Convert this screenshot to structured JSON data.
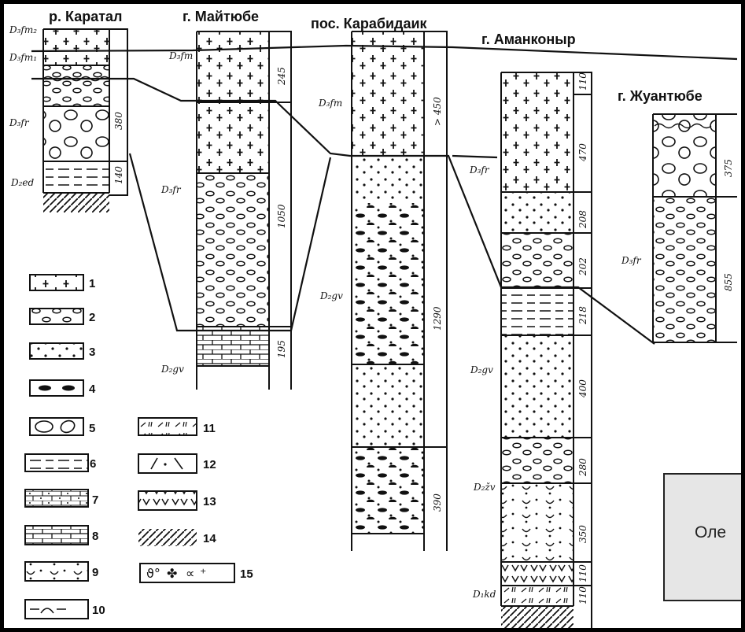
{
  "places": {
    "karatal": "р. Каратал",
    "maytyube": "г. Майтюбе",
    "karabidaik": "пос. Карабидаик",
    "amankonyr": "г. Аманконыр",
    "zhuantyube": "г. Жуантюбе"
  },
  "indices": {
    "fm2": "D₃fm₂",
    "fm1": "D₃fm₁",
    "fm": "D₃fm",
    "fr": "D₃fr",
    "ed": "D₂ed",
    "gv": "D₂gv",
    "zv": "D₂žv",
    "kd": "D₁kd"
  },
  "thickness": {
    "karatal": [
      "380",
      "140"
    ],
    "maytyube": [
      "245",
      "1050",
      "195"
    ],
    "karabidaik": [
      "> 450",
      "1290",
      "390"
    ],
    "amankonyr": [
      "110",
      "470",
      "208",
      "202",
      "218",
      "400",
      "280",
      "350",
      "110",
      "110"
    ],
    "zhuantyube": [
      "375",
      "855"
    ]
  },
  "legend": {
    "items": [
      {
        "num": "1",
        "pattern": "pluses"
      },
      {
        "num": "2",
        "pattern": "ovals"
      },
      {
        "num": "3",
        "pattern": "dots"
      },
      {
        "num": "4",
        "pattern": "black-lenses"
      },
      {
        "num": "5",
        "pattern": "large-pebbles"
      },
      {
        "num": "6",
        "pattern": "dashes"
      },
      {
        "num": "7",
        "pattern": "dotted-bricks"
      },
      {
        "num": "8",
        "pattern": "bricks"
      },
      {
        "num": "9",
        "pattern": "arcs-dots"
      },
      {
        "num": "10",
        "pattern": "arc-dash"
      },
      {
        "num": "11",
        "pattern": "strokes"
      },
      {
        "num": "12",
        "pattern": "slash-dot"
      },
      {
        "num": "13",
        "pattern": "v-marks"
      },
      {
        "num": "14",
        "pattern": "hatch"
      },
      {
        "num": "15",
        "pattern": "fossils"
      }
    ]
  },
  "overlay": {
    "text": "Оле"
  },
  "colors": {
    "ink": "#111111",
    "frame": "#000000",
    "overlay_bg": "#e6e6e6"
  }
}
